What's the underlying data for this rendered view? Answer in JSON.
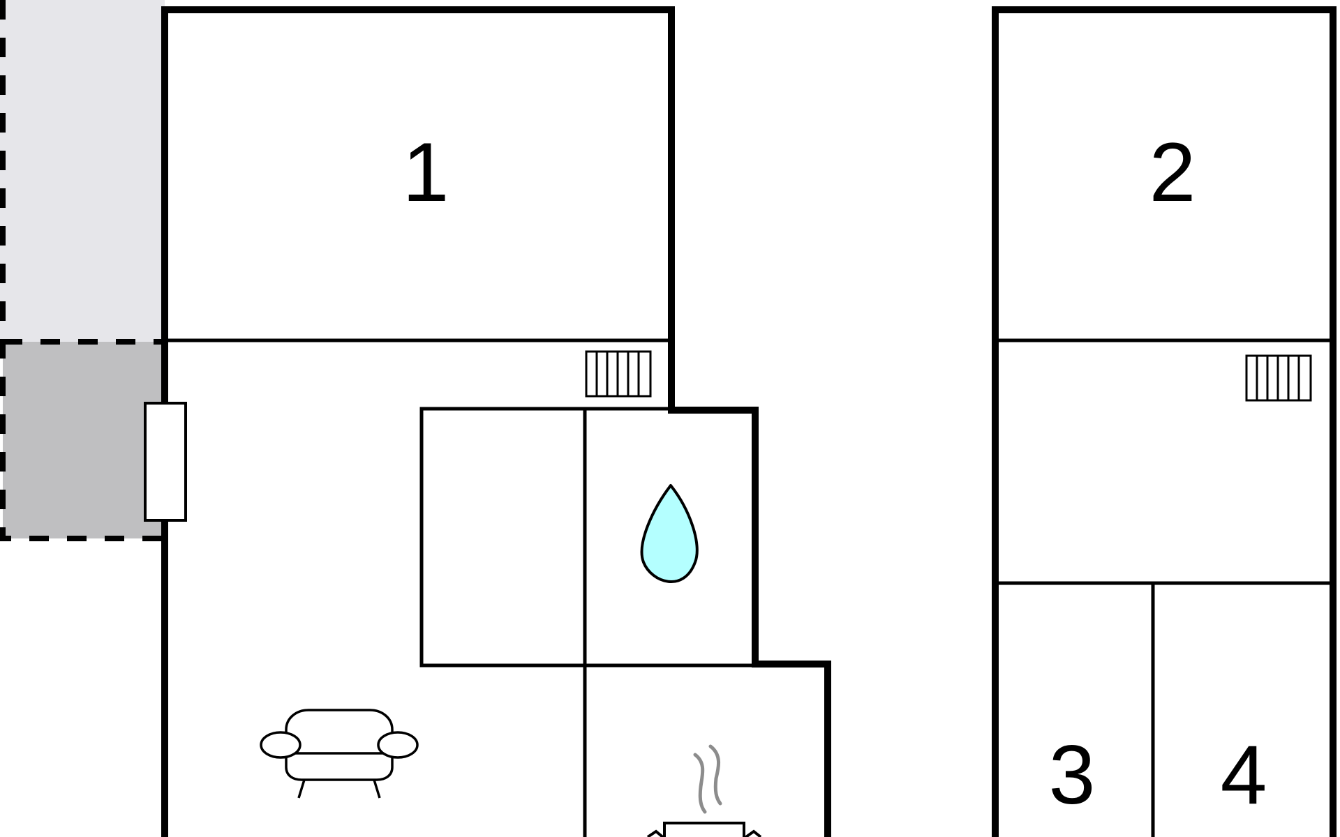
{
  "floorplan": {
    "rooms": [
      {
        "number": "1"
      },
      {
        "number": "2"
      },
      {
        "number": "3"
      },
      {
        "number": "4"
      }
    ],
    "icons": [
      "radiator-icon",
      "water-drop-icon",
      "sofa-icon",
      "stove-icon",
      "door-icon"
    ],
    "colors": {
      "wall": "#000000",
      "terrace_light": "#e6e6ea",
      "terrace_dark": "#bfbfc1",
      "water_fill": "#b4ffff",
      "steam": "#8c8c8c"
    }
  }
}
